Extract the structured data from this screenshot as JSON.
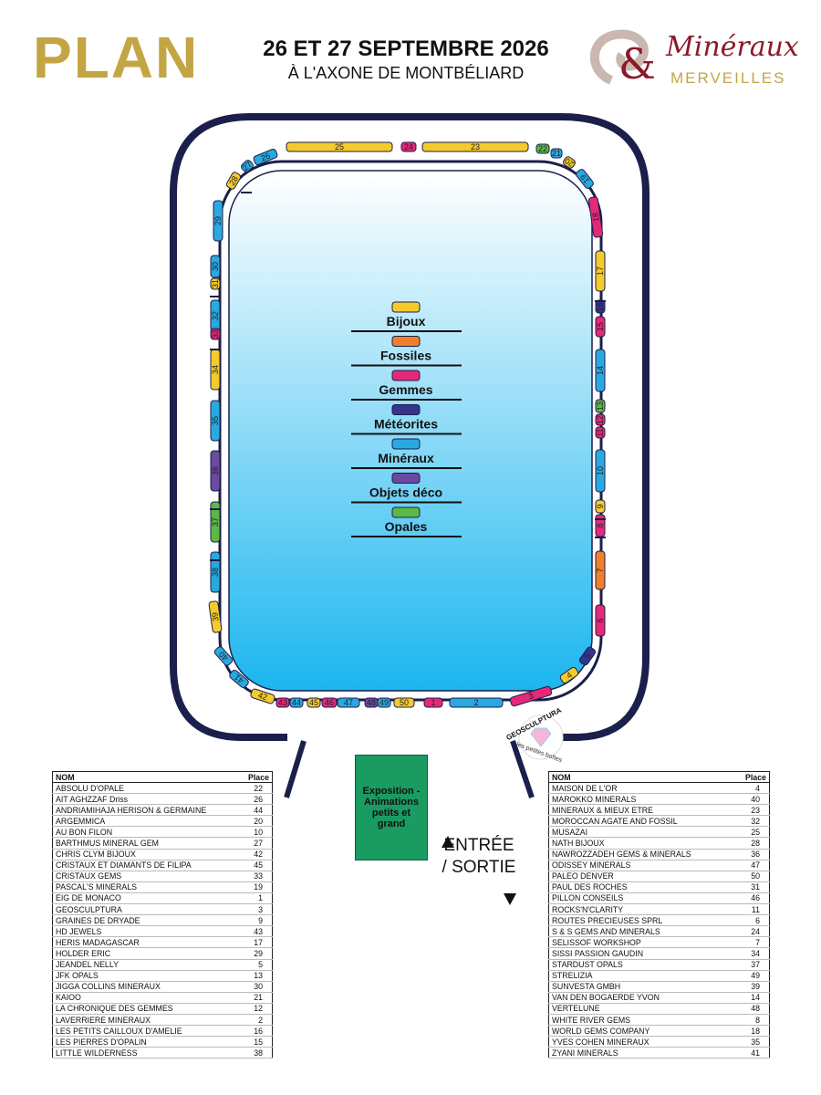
{
  "header": {
    "title": "PLAN",
    "date": "26 ET 27 SEPTEMBRE 2026",
    "venue": "À L'AXONE DE MONTBÉLIARD",
    "logo_script": "Minéraux",
    "logo_sub": "MERVEILLES",
    "logo_mark": "&"
  },
  "colors": {
    "bijoux": "#f5cb2b",
    "fossiles": "#f07f2b",
    "gemmes": "#e6287a",
    "meteorites": "#33348e",
    "mineraux": "#2aa8e0",
    "objets_deco": "#6b4aa0",
    "opales": "#5cb847",
    "wall": "#1b1f4b",
    "expo": "#1a9b62"
  },
  "legend": [
    {
      "label": "Bijoux",
      "color": "#f5cb2b"
    },
    {
      "label": "Fossiles",
      "color": "#f07f2b"
    },
    {
      "label": "Gemmes",
      "color": "#e6287a"
    },
    {
      "label": "Météorites",
      "color": "#33348e"
    },
    {
      "label": "Minéraux",
      "color": "#2aa8e0"
    },
    {
      "label": "Objets déco",
      "color": "#6b4aa0"
    },
    {
      "label": "Opales",
      "color": "#5cb847"
    }
  ],
  "stands": [
    {
      "num": "1",
      "category": "gemmes"
    },
    {
      "num": "2",
      "category": "mineraux"
    },
    {
      "num": "3",
      "category": "gemmes"
    },
    {
      "num": "4",
      "category": "bijoux"
    },
    {
      "num": "5",
      "category": "meteorites"
    },
    {
      "num": "6",
      "category": "gemmes"
    },
    {
      "num": "7",
      "category": "fossiles"
    },
    {
      "num": "8",
      "category": "gemmes"
    },
    {
      "num": "9",
      "category": "bijoux"
    },
    {
      "num": "10",
      "category": "mineraux"
    },
    {
      "num": "11",
      "category": "gemmes"
    },
    {
      "num": "12",
      "category": "gemmes"
    },
    {
      "num": "13",
      "category": "opales"
    },
    {
      "num": "14",
      "category": "mineraux"
    },
    {
      "num": "15",
      "category": "gemmes"
    },
    {
      "num": "16",
      "category": "meteorites"
    },
    {
      "num": "17",
      "category": "bijoux"
    },
    {
      "num": "18",
      "category": "gemmes"
    },
    {
      "num": "19",
      "category": "mineraux"
    },
    {
      "num": "20",
      "category": "bijoux"
    },
    {
      "num": "21",
      "category": "mineraux"
    },
    {
      "num": "22",
      "category": "opales"
    },
    {
      "num": "23",
      "category": "bijoux"
    },
    {
      "num": "24",
      "category": "gemmes"
    },
    {
      "num": "25",
      "category": "bijoux"
    },
    {
      "num": "26",
      "category": "mineraux"
    },
    {
      "num": "27",
      "category": "mineraux"
    },
    {
      "num": "28",
      "category": "bijoux"
    },
    {
      "num": "29",
      "category": "mineraux"
    },
    {
      "num": "30",
      "category": "mineraux"
    },
    {
      "num": "31",
      "category": "bijoux"
    },
    {
      "num": "32",
      "category": "mineraux"
    },
    {
      "num": "33",
      "category": "gemmes"
    },
    {
      "num": "34",
      "category": "bijoux"
    },
    {
      "num": "35",
      "category": "mineraux"
    },
    {
      "num": "36",
      "category": "objets_deco"
    },
    {
      "num": "37",
      "category": "opales"
    },
    {
      "num": "38",
      "category": "mineraux"
    },
    {
      "num": "39",
      "category": "bijoux"
    },
    {
      "num": "40",
      "category": "mineraux"
    },
    {
      "num": "41",
      "category": "mineraux"
    },
    {
      "num": "42",
      "category": "bijoux"
    },
    {
      "num": "43",
      "category": "gemmes"
    },
    {
      "num": "44",
      "category": "mineraux"
    },
    {
      "num": "45",
      "category": "bijoux"
    },
    {
      "num": "46",
      "category": "gemmes"
    },
    {
      "num": "47",
      "category": "mineraux"
    },
    {
      "num": "48",
      "category": "objets_deco"
    },
    {
      "num": "49",
      "category": "mineraux"
    },
    {
      "num": "50",
      "category": "bijoux"
    }
  ],
  "geosculptura": {
    "label": "GEOSCULPTURA",
    "sub": "les petites boîtes"
  },
  "expo": {
    "text": "Exposition - Animations petits et grand"
  },
  "entrance": {
    "line1": "ENTRÉE",
    "line2": "/ SORTIE"
  },
  "table_headers": {
    "name": "NOM",
    "place": "Place"
  },
  "table_left": [
    {
      "nom": "ABSOLU D'OPALE",
      "place": "22"
    },
    {
      "nom": "AIT AGHZZAF Driss",
      "place": "26"
    },
    {
      "nom": "ANDRIAMIHAJA HERISON & GERMAINE",
      "place": "44"
    },
    {
      "nom": "ARGEMMICA",
      "place": "20"
    },
    {
      "nom": "AU BON FILON",
      "place": "10"
    },
    {
      "nom": "BARTHMUS MINERAL GEM",
      "place": "27"
    },
    {
      "nom": "CHRIS CLYM BIJOUX",
      "place": "42"
    },
    {
      "nom": "CRISTAUX ET DIAMANTS DE FILIPA",
      "place": "45"
    },
    {
      "nom": "CRISTAUX GEMS",
      "place": "33"
    },
    {
      "nom": "PASCAL'S MINERALS",
      "place": "19"
    },
    {
      "nom": "EIG DE MONACO",
      "place": "1"
    },
    {
      "nom": "GEOSCULPTURA",
      "place": "3"
    },
    {
      "nom": "GRAINES DE DRYADE",
      "place": "9"
    },
    {
      "nom": "HD JEWELS",
      "place": "43"
    },
    {
      "nom": "HERIS MADAGASCAR",
      "place": "17"
    },
    {
      "nom": "HOLDER ERIC",
      "place": "29"
    },
    {
      "nom": "JEANDEL NELLY",
      "place": "5"
    },
    {
      "nom": "JFK OPALS",
      "place": "13"
    },
    {
      "nom": "JIGGA COLLINS MINERAUX",
      "place": "30"
    },
    {
      "nom": "KAIOO",
      "place": "21"
    },
    {
      "nom": "LA CHRONIQUE DES GEMMES",
      "place": "12"
    },
    {
      "nom": "LAVERRIERE MINERAUX",
      "place": "2"
    },
    {
      "nom": "LES PETITS CAILLOUX D'AMELIE",
      "place": "16"
    },
    {
      "nom": "LES PIERRES D'OPALIN",
      "place": "15"
    },
    {
      "nom": "LITTLE WILDERNESS",
      "place": "38"
    }
  ],
  "table_right": [
    {
      "nom": "MAISON DE L'OR",
      "place": "4"
    },
    {
      "nom": "MAROKKO MINERALS",
      "place": "40"
    },
    {
      "nom": "MINERAUX & MIEUX ETRE",
      "place": "23"
    },
    {
      "nom": "MOROCCAN AGATE AND FOSSIL",
      "place": "32"
    },
    {
      "nom": "MUSAZAI",
      "place": "25"
    },
    {
      "nom": "NATH BIJOUX",
      "place": "28"
    },
    {
      "nom": "NAWROZZADEH GEMS & MINERALS",
      "place": "36"
    },
    {
      "nom": "ODISSEY MINERALS",
      "place": "47"
    },
    {
      "nom": "PALEO DENVER",
      "place": "50"
    },
    {
      "nom": "PAUL DES ROCHES",
      "place": "31"
    },
    {
      "nom": "PILLON CONSEILS",
      "place": "46"
    },
    {
      "nom": "ROCKS'N'CLARITY",
      "place": "11"
    },
    {
      "nom": "ROUTES PRECIEUSES SPRL",
      "place": "6"
    },
    {
      "nom": "S & S GEMS AND MINERALS",
      "place": "24"
    },
    {
      "nom": "SELISSOF WORKSHOP",
      "place": "7"
    },
    {
      "nom": "SISSI PASSION GAUDIN",
      "place": "34"
    },
    {
      "nom": "STARDUST OPALS",
      "place": "37"
    },
    {
      "nom": "STRELIZIA",
      "place": "49"
    },
    {
      "nom": "SUNVESTA GMBH",
      "place": "39"
    },
    {
      "nom": "VAN DEN BOGAERDE YVON",
      "place": "14"
    },
    {
      "nom": "VERTELUNE",
      "place": "48"
    },
    {
      "nom": "WHITE RIVER GEMS",
      "place": "8"
    },
    {
      "nom": "WORLD GEMS COMPANY",
      "place": "18"
    },
    {
      "nom": "YVES COHEN MINERAUX",
      "place": "35"
    },
    {
      "nom": "ZYANI MINERALS",
      "place": "41"
    }
  ]
}
